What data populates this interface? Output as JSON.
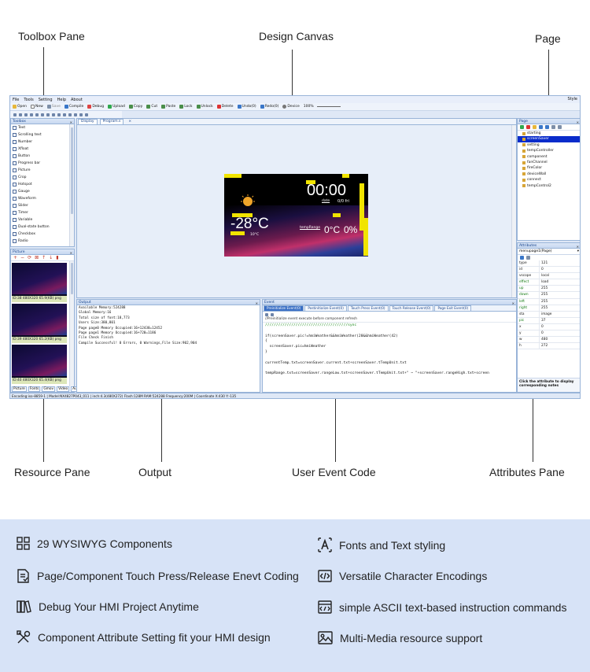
{
  "callouts": {
    "toolbox": "Toolbox Pane",
    "design_canvas": "Design Canvas",
    "page": "Page",
    "resource": "Resource Pane",
    "output": "Output",
    "user_event": "User Event Code",
    "attributes": "Attributes Pane"
  },
  "ide": {
    "menu": [
      "File",
      "Tools",
      "Setting",
      "Help",
      "About"
    ],
    "menu_right": "Style",
    "toolbar": [
      "Open",
      "New",
      "Save",
      "Compile",
      "Debug",
      "Upload",
      "Copy",
      "Cut",
      "Paste",
      "Lock",
      "Unlock",
      "Delete",
      "Undo(0)",
      "Redo(0)",
      "Device",
      "100%"
    ],
    "toolbox": {
      "title": "Toolbox",
      "items": [
        "Text",
        "Scrolling text",
        "Number",
        "Xfloat",
        "Button",
        "Progress bar",
        "Picture",
        "Crop",
        "Hotspot",
        "Gauge",
        "Waveform",
        "Slider",
        "Timer",
        "Variable",
        "Dual-state button",
        "Checkbox",
        "Radio"
      ]
    },
    "picture": {
      "title": "Picture",
      "thumbs": [
        "ID:38  480X320 65.9(KB) png",
        "ID:39  480X320 65.2(KB) png",
        "ID:40  480X320 65.4(KB) png"
      ],
      "tabs": [
        "Picture",
        "Fonts",
        "Gmov",
        "Video",
        "Audio"
      ]
    },
    "canvas": {
      "tabs": [
        "Display",
        "Program.s"
      ],
      "time": "00:00",
      "date_label": "date",
      "date": "0/0 fri",
      "temp": "-28°C",
      "range": "10°C",
      "temp_label": "tempRange",
      "temp2": "0°C",
      "humidity": "0%"
    },
    "output": {
      "title": "Output",
      "lines": [
        "Available Memory:524288",
        "Global Memory:16",
        "Total size of font:18,773",
        "Users Size:380,801",
        "Page page0 Memory Occupied:16+12438=12452",
        "Page page1 Memory Occupied:16+720=1186",
        "File Check Finish",
        "Compile Successful! 0 Errors, 0 Warnings,File Size:902,904"
      ]
    },
    "event": {
      "title": "Event",
      "tabs": [
        "Preinitialize Event(0)",
        "Postinitialize Event(0)",
        "Touch Press Event(0)",
        "Touch Release Event(0)",
        "Page Exit Event(0)"
      ],
      "comment": "//Preinitialize event execute before component refresh",
      "code": [
        "//////////////////////////////////////sync",
        "",
        "if(screenSaver.pic!=hmiWeather&&hmiWeather)28&&hmiWeather(42)",
        "{",
        "  screenSaver.pic=hmiWeather",
        "}",
        "",
        "currentTemp.txt=screenSaver.current.txt+screenSaver.tTempUnit.txt",
        "",
        "tempRange.txt=screenSaver.rangeLow.txt+screenSaver.tTempUnit.txt+\" ~ \"+screenSaver.rangeHigh.txt+screen"
      ]
    },
    "pages": {
      "title": "Page",
      "items": [
        "starting",
        "screenSaver",
        "setting",
        "tempController",
        "component",
        "fanChannel",
        "fireColor",
        "deviceWall",
        "connect",
        "tempControl2"
      ],
      "selected": "screenSaver"
    },
    "attributes": {
      "title": "Attributes",
      "object": "menupage1(Page)",
      "rows": [
        {
          "k": "type",
          "v": "121"
        },
        {
          "k": "id",
          "v": "0"
        },
        {
          "k": "vscope",
          "v": "local"
        },
        {
          "k": "effect",
          "v": "load"
        },
        {
          "k": "up",
          "v": "255"
        },
        {
          "k": "down",
          "v": "255"
        },
        {
          "k": "left",
          "v": "255"
        },
        {
          "k": "right",
          "v": "255"
        },
        {
          "k": "sta",
          "v": "image"
        },
        {
          "k": "pic",
          "v": "37"
        },
        {
          "k": "x",
          "v": "0"
        },
        {
          "k": "y",
          "v": "0"
        },
        {
          "k": "w",
          "v": "480"
        },
        {
          "k": "h",
          "v": "272"
        }
      ],
      "note": "Click the attribute to display corresponding notes"
    },
    "status": "Encoding:iso-8859-1  |  Model:NX4827P043_011  |  inch:4.3(480X272) Flash:128M RAM:524288 Frequency:200M  |  Coordinate X:430  Y:-135"
  },
  "features": {
    "left": [
      {
        "icon": "grid-icon",
        "text": "29 WYSIWYG Components"
      },
      {
        "icon": "code-doc-icon",
        "text": "Page/Component Touch Press/Release Enevt Coding"
      },
      {
        "icon": "books-icon",
        "text": "Debug Your HMI Project Anytime"
      },
      {
        "icon": "tools-icon",
        "text": "Component Attribute Setting fit your HMI design"
      }
    ],
    "right": [
      {
        "icon": "font-icon",
        "text": "Fonts and Text styling"
      },
      {
        "icon": "code-tag-icon",
        "text": "Versatile Character Encodings"
      },
      {
        "icon": "terminal-icon",
        "text": "simple ASCII text-based instruction commands"
      },
      {
        "icon": "image-icon",
        "text": "Multi-Media resource support"
      }
    ]
  },
  "colors": {
    "feature_band": "#d7e3f7",
    "ide_frame": "#dfe8f6",
    "selected_page": "#0a2ccb"
  }
}
